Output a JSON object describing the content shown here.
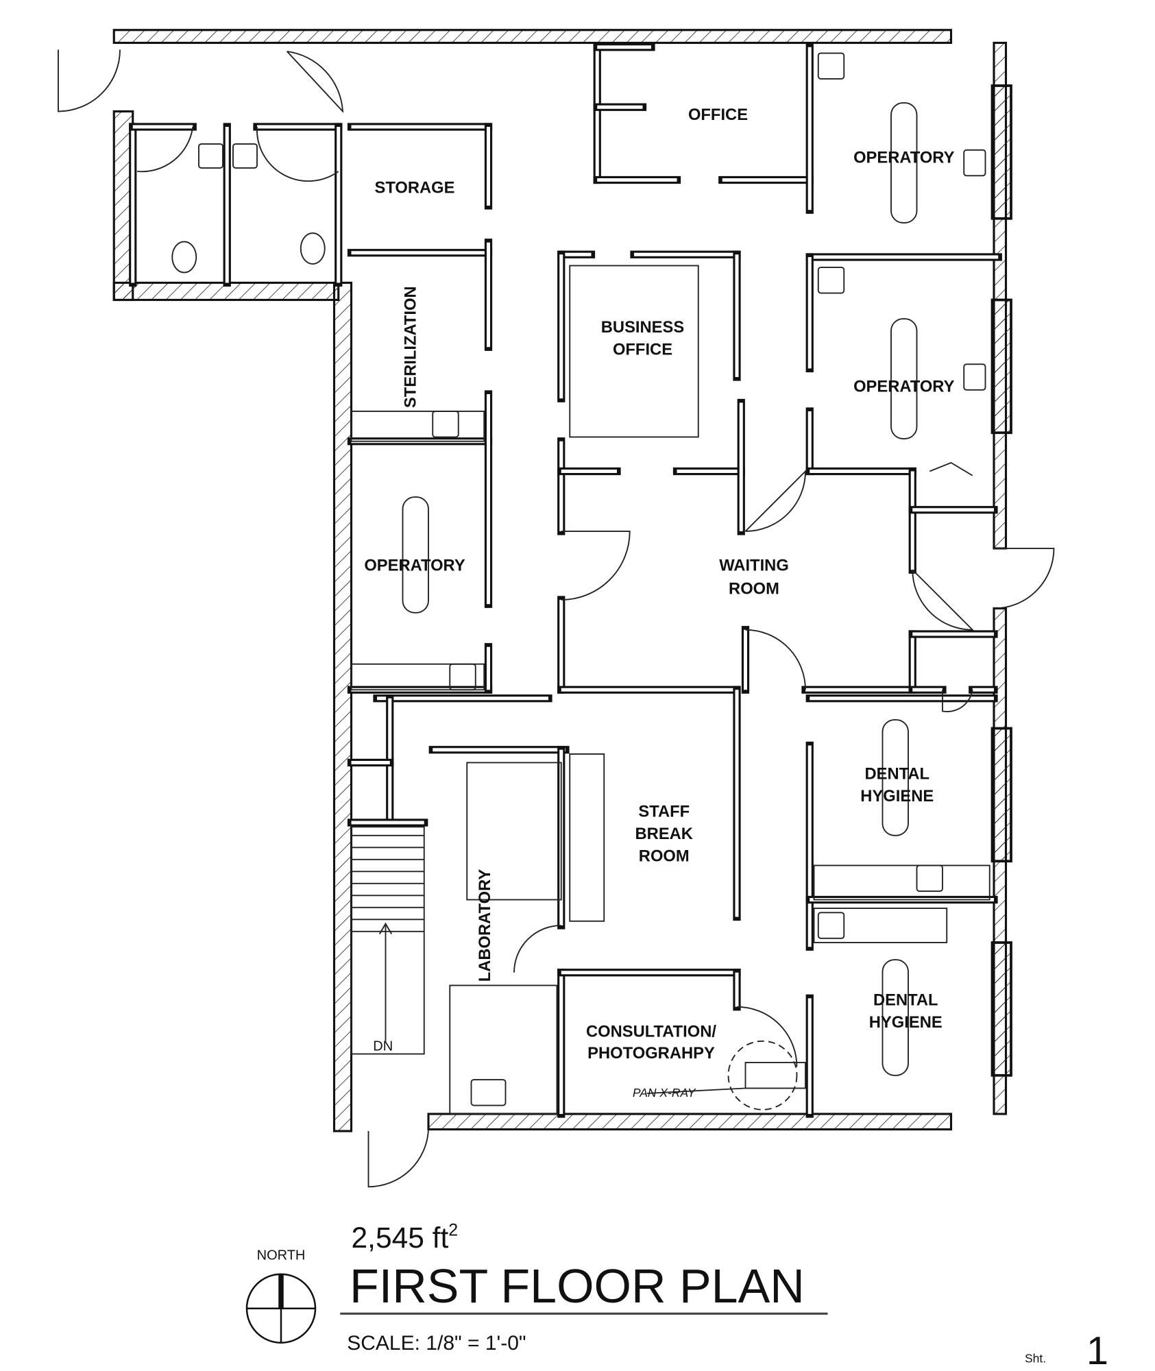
{
  "rooms": {
    "office": "OFFICE",
    "operatory_1": "OPERATORY",
    "storage": "STORAGE",
    "sterilization": "STERILIZATION",
    "business_office_1": "BUSINESS",
    "business_office_2": "OFFICE",
    "operatory_2": "OPERATORY",
    "operatory_3": "OPERATORY",
    "waiting_room_1": "WAITING",
    "waiting_room_2": "ROOM",
    "staff_1": "STAFF",
    "staff_2": "BREAK",
    "staff_3": "ROOM",
    "laboratory": "LABORATORY",
    "dental_hygiene_1a": "DENTAL",
    "dental_hygiene_1b": "HYGIENE",
    "dental_hygiene_2a": "DENTAL",
    "dental_hygiene_2b": "HYGIENE",
    "consultation_1": "CONSULTATION/",
    "consultation_2": "PHOTOGRAHPY",
    "pan_xray": "PAN X-RAY",
    "stair_dn": "DN"
  },
  "title_block": {
    "north": "NORTH",
    "area": "2,545 ft",
    "area_sup": "2",
    "title": "FIRST FLOOR PLAN",
    "scale": "SCALE:   1/8\" = 1'-0\"",
    "sheet_label": "Sht.",
    "sheet_number": "1"
  }
}
